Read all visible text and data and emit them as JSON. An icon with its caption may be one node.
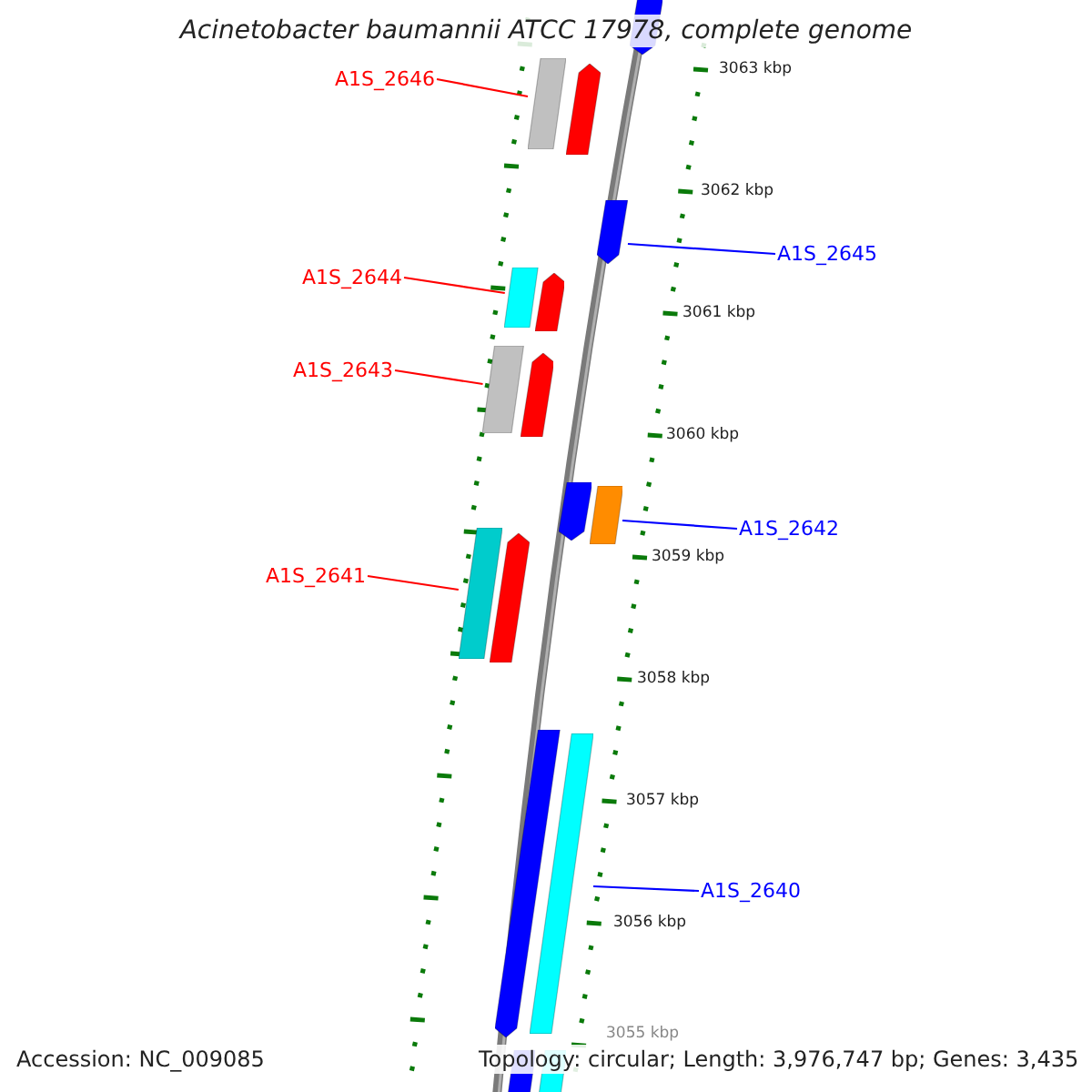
{
  "diagram": {
    "title": "Acinetobacter baumannii ATCC 17978, complete genome",
    "nodes": [
      {
        "text": [],
        "shape": "arrow"
      },
      {
        "text": [
          "A1S_2646"
        ]
      },
      {
        "text": [],
        "shape": "bar"
      },
      {
        "text": [],
        "shape": "arrow"
      },
      {
        "text": [
          "A1S_2645"
        ]
      },
      {
        "text": [],
        "shape": "arrow"
      },
      {
        "text": [
          "A1S_2644"
        ]
      },
      {
        "text": [],
        "shape": "bar"
      },
      {
        "text": [],
        "shape": "arrow"
      },
      {
        "text": [
          "A1S_2643"
        ]
      },
      {
        "text": [],
        "shape": "bar"
      },
      {
        "text": [],
        "shape": "arrow"
      },
      {
        "text": [],
        "shape": "arrow"
      },
      {
        "text": [],
        "shape": "bar"
      },
      {
        "text": [
          "A1S_2642"
        ]
      },
      {
        "text": [
          "A1S_2641"
        ]
      },
      {
        "text": [],
        "shape": "bar"
      },
      {
        "text": [],
        "shape": "arrow"
      },
      {
        "text": [
          "A1S_2640"
        ]
      },
      {
        "text": [],
        "shape": "arrow"
      },
      {
        "text": [],
        "shape": "bar"
      },
      {
        "text": [],
        "shape": "bar"
      },
      {
        "text": [],
        "shape": "bar"
      }
    ],
    "edges": [
      {
        "from": 1,
        "to": 2,
        "arrow": "none"
      },
      {
        "from": 4,
        "to": 5,
        "arrow": "none",
        "color": "#0000ff"
      },
      {
        "from": 6,
        "to": 7,
        "arrow": "none"
      },
      {
        "from": 9,
        "to": 10,
        "arrow": "none"
      },
      {
        "from": 14,
        "to": 13,
        "arrow": "none",
        "color": "#0000ff"
      },
      {
        "from": 15,
        "to": 16,
        "arrow": "none"
      },
      {
        "from": 18,
        "to": 20,
        "arrow": "none",
        "color": "#0000ff"
      }
    ],
    "labels": [
      "3063 kbp",
      "3062 kbp",
      "3061 kbp",
      "3060 kbp",
      "3059 kbp",
      "3058 kbp",
      "3057 kbp",
      "3056 kbp",
      "3055 kbp",
      "Accession: NC_009085",
      "Topology: circular; Length: 3,976,747 bp; Genes: 3,435"
    ]
  }
}
